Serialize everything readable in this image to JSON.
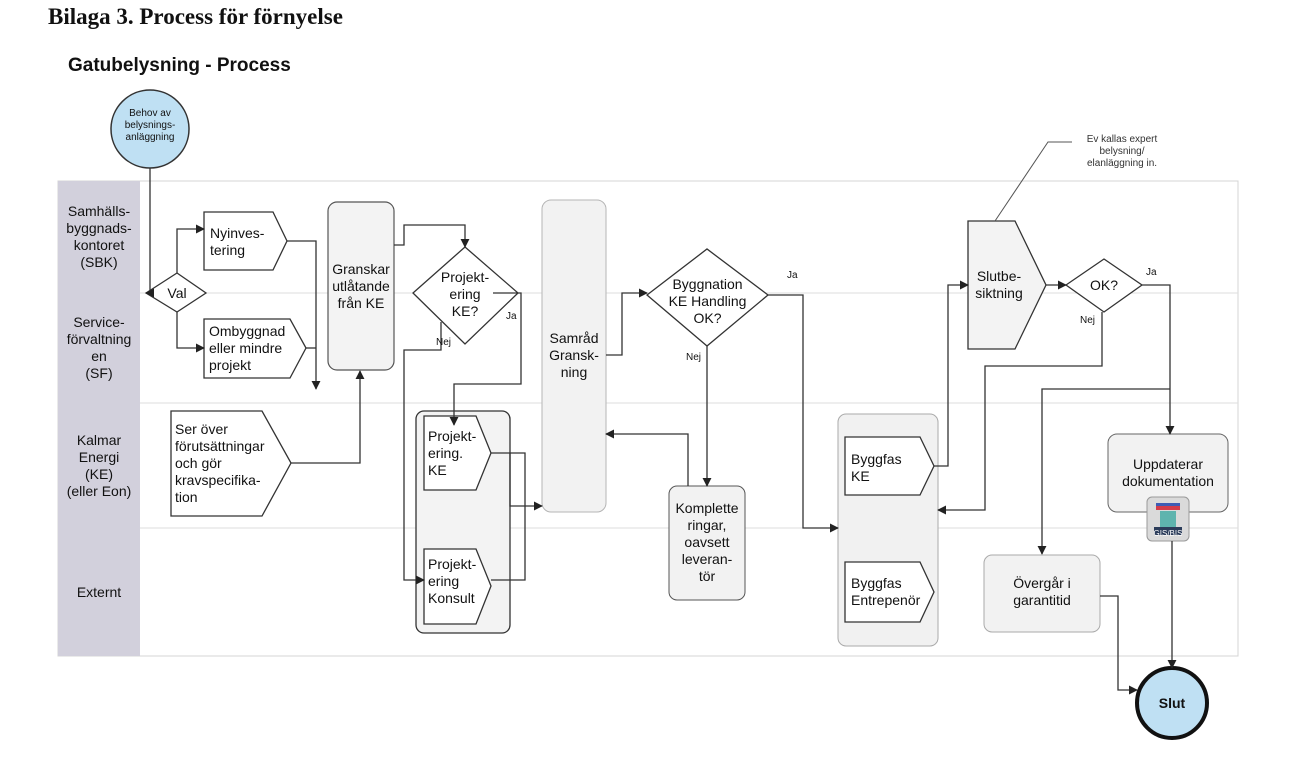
{
  "heading": "Bilaga 3. Process för förnyelse",
  "diagram_title": "Gatubelysning - Process",
  "lanes": [
    {
      "label": "Samhälls-\nbyggnads-\nkontoret\n(SBK)"
    },
    {
      "label": "Service-\nförvaltning\nen\n(SF)"
    },
    {
      "label": "Kalmar\nEnergi\n(KE)\n(eller Eon)"
    },
    {
      "label": "Externt"
    }
  ],
  "nodes": {
    "start": "Behov av\nbelysnings-\nanläggning",
    "val": "Val",
    "nyinvestering": "Nyinves-\ntering",
    "ombyggnad": "Ombyggnad\neller mindre\nprojekt",
    "ser_over": "Ser över\nförutsättningar\noch gör\nkravspecifika-\ntion",
    "granskar": "Granskar\nutlåtande\nfrån KE",
    "projektering_ke_q": "Projekt-\nering\nKE?",
    "projektering_ke": "Projekt-\nering.\nKE",
    "projektering_konsult": "Projekt-\nering\nKonsult",
    "samrad": "Samråd\nGransk-\nning",
    "byggnation_q": "Byggnation\nKE Handling\nOK?",
    "komplettering": "Komplette\nringar,\noavsett\nleveran-\ntör",
    "byggfas_ke": "Byggfas\nKE",
    "byggfas_entreprenor": "Byggfas\nEntrepenör",
    "slutbesiktning": "Slutbe-\nsiktning",
    "ok_q": "OK?",
    "uppdaterar": "Uppdaterar\ndokumentation",
    "database_label": "GIS/BIS",
    "overgar": "Övergår i\ngarantitid",
    "slut": "Slut"
  },
  "edge_labels": {
    "ja_projektering": "Ja",
    "nej_projektering": "Nej",
    "ja_byggnation": "Ja",
    "nej_byggnation": "Nej",
    "ja_ok": "Ja",
    "nej_ok": "Nej"
  },
  "annotation": "Ev kallas expert\nbelysning/\nelanläggning in."
}
